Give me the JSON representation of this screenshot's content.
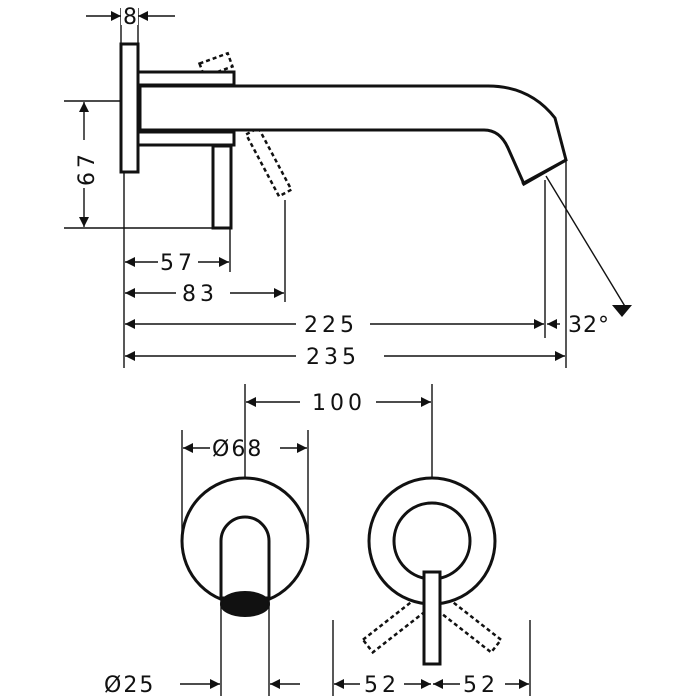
{
  "dimensions": {
    "flange_thickness": "8",
    "height": "67",
    "lever_offset_short": "57",
    "lever_offset_long": "83",
    "projection_inner": "225",
    "projection_total": "235",
    "spout_angle": "32°",
    "centre_distance": "100",
    "rosette_diameter": "Ø68",
    "spout_diameter": "Ø25",
    "lever_left": "52",
    "lever_right": "52"
  },
  "colors": {
    "line": "#111111",
    "background": "#ffffff"
  }
}
